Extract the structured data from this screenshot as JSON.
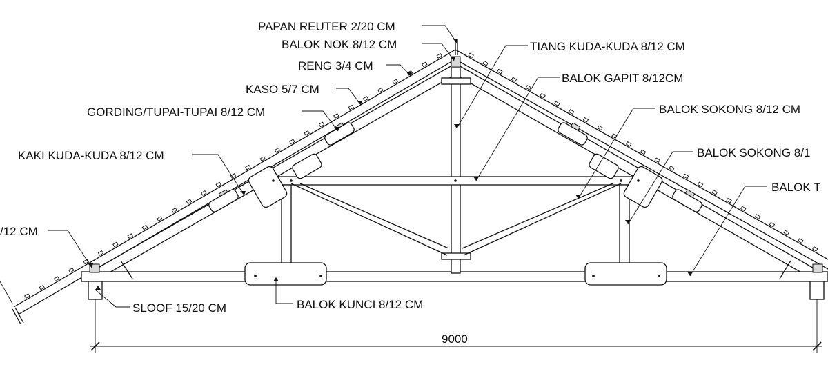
{
  "labels": {
    "papan_reuter": "PAPAN REUTER 2/20 CM",
    "balok_nok": "BALOK NOK 8/12 CM",
    "reng": "RENG 3/4 CM",
    "kaso": "KASO 5/7 CM",
    "gording": "GORDING/TUPAI-TUPAI 8/12 CM",
    "kaki_kuda_kuda": "KAKI KUDA-KUDA 8/12 CM",
    "left_cut": "/12 CM",
    "sloof": "SLOOF 15/20 CM",
    "balok_kunci": "BALOK KUNCI 8/12 CM",
    "tiang_kuda_kuda": "TIANG KUDA-KUDA 8/12 CM",
    "balok_gapit": "BALOK GAPIT 8/12CM",
    "balok_sokong_1": "BALOK SOKONG 8/12 CM",
    "balok_sokong_2": "BALOK SOKONG 8/1",
    "balok_t": "BALOK T"
  },
  "dimension": {
    "span": "9000"
  },
  "colors": {
    "line": "#111111",
    "background": "#ffffff",
    "hatch": "#d8d8d8"
  }
}
